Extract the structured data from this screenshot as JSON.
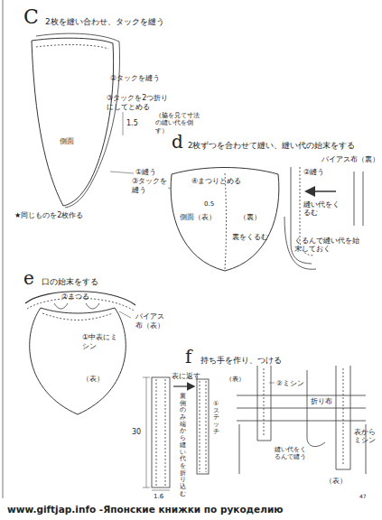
{
  "diagram": {
    "nodes": [
      {
        "text": [
          "側面"
        ]
      },
      {
        "text": [
          "側面（表）",
          "（裏）",
          "裏をくるむ"
        ]
      },
      {
        "text": [
          "①中表にミシン",
          "（表）"
        ]
      }
    ],
    "labels": [
      "C",
      "2枚を縫い合わせ、タックを縫う",
      "②タックを縫う",
      "③タックを2つ折りにしてとめる",
      "1.5",
      "（脇を見て寸法の縫い代を倒す）",
      "①縫う",
      "★同じものを2枚作る",
      "d",
      "2枚ずつを合わせて縫い、縫い代の始末をする",
      "③タックを縫う",
      "④まつりとめる",
      "0.5",
      "②縫う",
      "縫い代をくるむ",
      "バイアス布（裏）",
      "くるんで縫い代を始末しておく",
      "e",
      "口の始末をする",
      "②まつる",
      "バイアス布（表）",
      "f",
      "持ち手を作り、つける",
      "表に返す",
      "裏側のみ端から縫い代を折り込む",
      "30",
      "1.6",
      "①ステッチ",
      "（表）",
      "②ミシン",
      "縫い代をくるんで縫う",
      "折り布",
      "表からミシン",
      "（表）",
      "www.giftjap.info -Японские книжки по рукоделию",
      "47"
    ]
  }
}
